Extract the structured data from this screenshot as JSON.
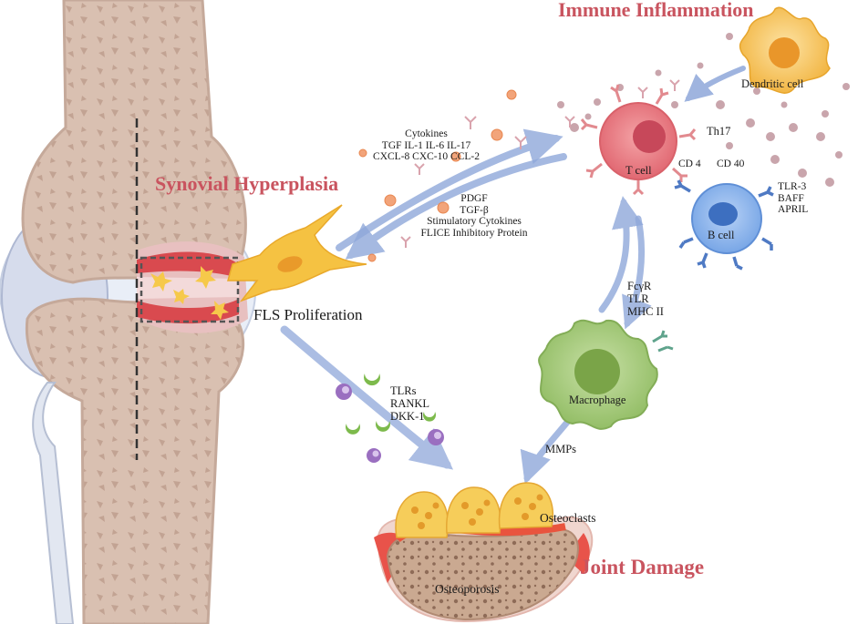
{
  "titles": {
    "immune": "Immune Inflammation",
    "synovial": "Synovial Hyperplasia",
    "joint": "Joint Damage"
  },
  "labels": {
    "dendritic": "Dendritic cell",
    "th17": "Th17",
    "tcell": "T cell",
    "cd4": "CD 4",
    "cd40": "CD 40",
    "bcell_factors": [
      "TLR-3",
      "BAFF",
      "APRIL"
    ],
    "bcell": "B cell",
    "cytokines": [
      "Cytokines",
      "TGF IL-1 IL-6 IL-17",
      "CXCL-8 CXC-10 CCL-2"
    ],
    "growth_factors": [
      "PDGF",
      "TGF-β",
      "Stimulatory Cytokines",
      "FLICE Inhibitory Protein"
    ],
    "fls": "FLS Proliferation",
    "receptors": [
      "FcγR",
      "TLR",
      "MHC II"
    ],
    "macrophage": "Macrophage",
    "bone_factors": [
      "TLRs",
      "RANKL",
      "DKK-1"
    ],
    "mmps": "MMPs",
    "osteoclasts": "Osteoclasts",
    "osteoporosis": "Osteoporosis"
  },
  "colors": {
    "title_red": "#c9545f",
    "arrow_blue": "#8fa8da",
    "bone": "#d9bfb0",
    "tcell": "#e6777d",
    "bcell": "#6f9fe0",
    "macrophage": "#9cc46f",
    "dendritic": "#f2b640",
    "fibroblast": "#f4c244",
    "cytokine_dot": "#f2a47a",
    "small_dots": "#c9a5ac"
  }
}
